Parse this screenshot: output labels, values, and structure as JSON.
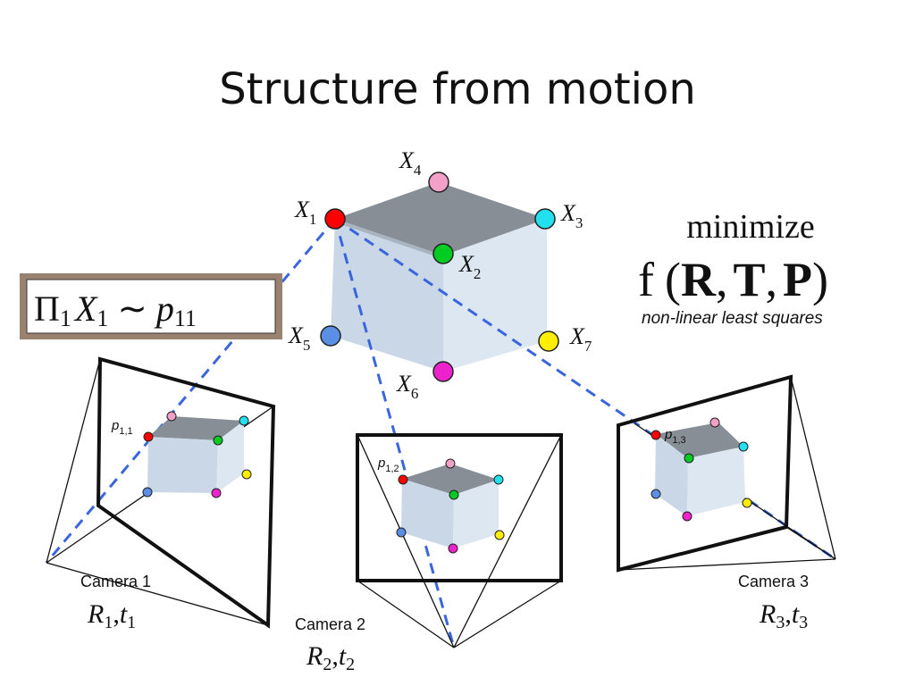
{
  "slide": {
    "title": "Structure from motion"
  },
  "points_3d": [
    {
      "base": "X",
      "sub": "1",
      "color": "#ff0000"
    },
    {
      "base": "X",
      "sub": "2",
      "color": "#00cc22"
    },
    {
      "base": "X",
      "sub": "3",
      "color": "#22e0ee"
    },
    {
      "base": "X",
      "sub": "4",
      "color": "#f2a0c8"
    },
    {
      "base": "X",
      "sub": "5",
      "color": "#5b8fe6"
    },
    {
      "base": "X",
      "sub": "6",
      "color": "#ee22cc"
    },
    {
      "base": "X",
      "sub": "7",
      "color": "#ffee00"
    }
  ],
  "projection_box": {
    "pi": "Π",
    "pi_sub": "1",
    "x": "X",
    "x_sub": "1",
    "sim": "∼",
    "p": "p",
    "p_sub": "11"
  },
  "objective": {
    "heading": "minimize",
    "f": "f",
    "open": "(",
    "r": "R",
    "comma1": ",",
    "t": "T",
    "comma2": ",",
    "p": "P",
    "close": ")",
    "subtitle": "non-linear least squares"
  },
  "cameras": [
    {
      "caption": "Camera 1",
      "r": "R",
      "t": "t",
      "sub": "1",
      "comma": ",",
      "proj_base": "p",
      "proj_sub": "1,1"
    },
    {
      "caption": "Camera 2",
      "r": "R",
      "t": "t",
      "sub": "2",
      "comma": ",",
      "proj_base": "p",
      "proj_sub": "1,2"
    },
    {
      "caption": "Camera 3",
      "r": "R",
      "t": "t",
      "sub": "3",
      "comma": ",",
      "proj_base": "p",
      "proj_sub": "1,3"
    }
  ],
  "colors": {
    "cube_top": "#878e96",
    "cube_front": "#c9d7e6",
    "cube_side": "#dde7f2",
    "ray": "#3a66dd",
    "frame_box": "#8a7060"
  }
}
